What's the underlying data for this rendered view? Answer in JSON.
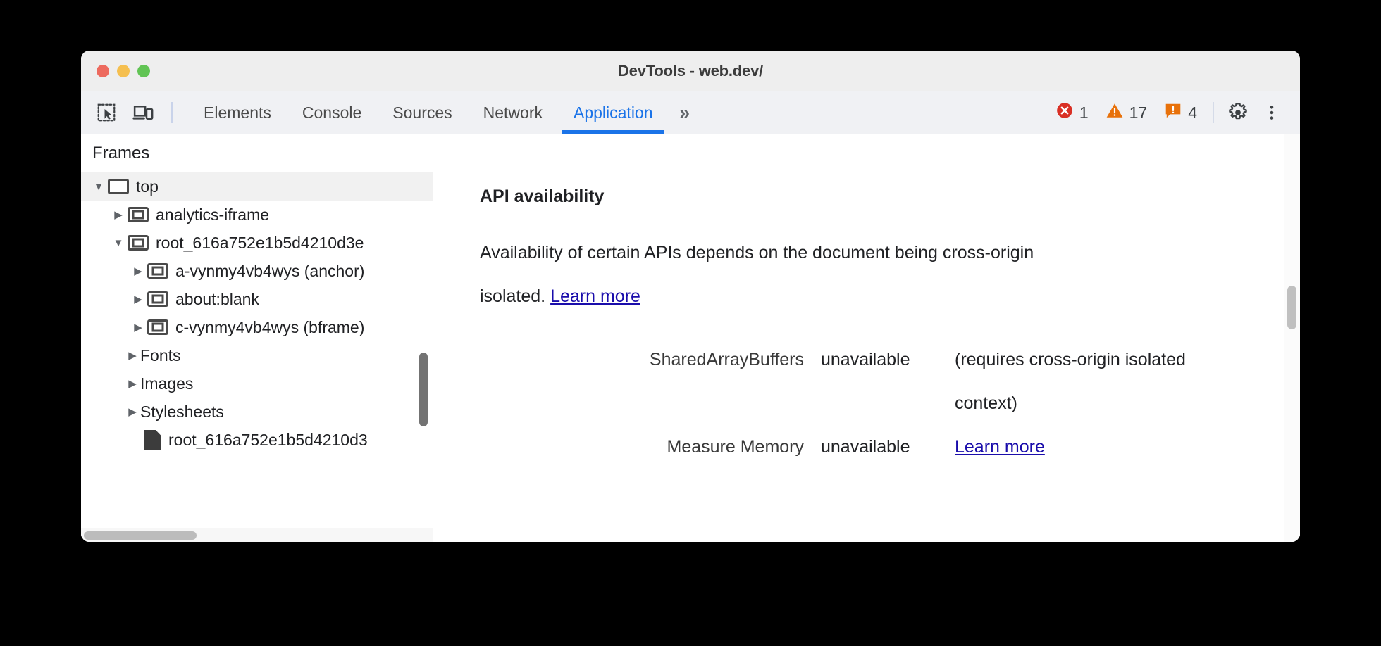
{
  "window": {
    "title": "DevTools - web.dev/",
    "traffic_lights": [
      "close",
      "minimize",
      "maximize"
    ]
  },
  "toolbar": {
    "inspect_icon": "inspect-element-icon",
    "device_icon": "device-toolbar-icon",
    "tabs": [
      {
        "label": "Elements",
        "active": false
      },
      {
        "label": "Console",
        "active": false
      },
      {
        "label": "Sources",
        "active": false
      },
      {
        "label": "Network",
        "active": false
      },
      {
        "label": "Application",
        "active": true
      }
    ],
    "more_tabs_label": "»",
    "badges": [
      {
        "icon": "error-icon",
        "count": "1",
        "color": "#d93025"
      },
      {
        "icon": "warning-icon",
        "count": "17",
        "color": "#e8710a"
      },
      {
        "icon": "issue-icon",
        "count": "4",
        "color": "#e8710a"
      }
    ],
    "settings_icon": "gear-icon",
    "more_options_icon": "kebab-menu-icon"
  },
  "sidebar": {
    "header": "Frames",
    "tree": [
      {
        "label": "top",
        "state": "open",
        "icon": "frame-icon",
        "depth": 1,
        "selected": true
      },
      {
        "label": "analytics-iframe",
        "state": "closed",
        "icon": "frame-inner-icon",
        "depth": 2,
        "selected": false
      },
      {
        "label": "root_616a752e1b5d4210d3e",
        "state": "open",
        "icon": "frame-inner-icon",
        "depth": 2,
        "selected": false
      },
      {
        "label": "a-vynmy4vb4wys (anchor)",
        "state": "closed",
        "icon": "frame-inner-icon",
        "depth": 3,
        "selected": false
      },
      {
        "label": "about:blank",
        "state": "closed",
        "icon": "frame-inner-icon",
        "depth": 3,
        "selected": false
      },
      {
        "label": "c-vynmy4vb4wys (bframe)",
        "state": "closed",
        "icon": "frame-inner-icon",
        "depth": 3,
        "selected": false
      },
      {
        "label": "Fonts",
        "state": "closed",
        "icon": "none",
        "depth": 2,
        "selected": false
      },
      {
        "label": "Images",
        "state": "closed",
        "icon": "none",
        "depth": 2,
        "selected": false
      },
      {
        "label": "Stylesheets",
        "state": "closed",
        "icon": "none",
        "depth": 2,
        "selected": false
      },
      {
        "label": "root_616a752e1b5d4210d3",
        "state": "none",
        "icon": "document-icon",
        "depth": 3,
        "selected": false
      }
    ]
  },
  "content": {
    "title": "API availability",
    "paragraph_part1": "Availability of certain APIs depends on the document being cross-origin isolated.",
    "paragraph_link": "Learn more",
    "table": [
      {
        "key": "SharedArrayBuffers",
        "value": "unavailable",
        "note": "(requires cross-origin isolated context)",
        "note_is_link": false
      },
      {
        "key": "Measure Memory",
        "value": "unavailable",
        "note": "Learn more",
        "note_is_link": true
      }
    ]
  }
}
